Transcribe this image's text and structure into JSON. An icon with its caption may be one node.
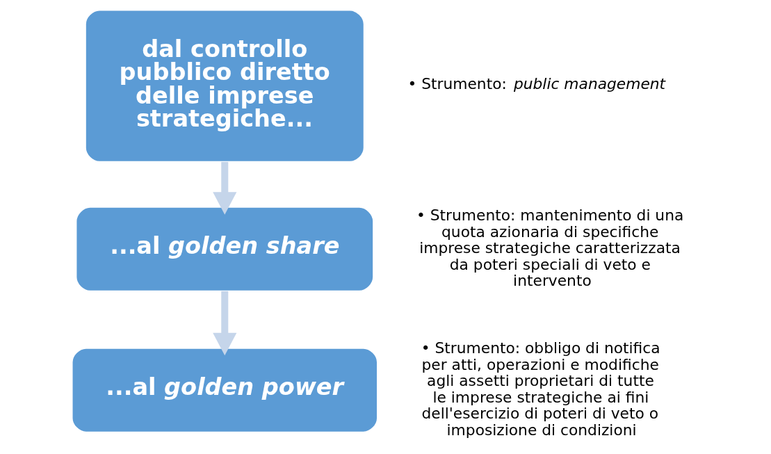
{
  "diagram": {
    "nodes": [
      {
        "text": [
          "dal controllo pubblico diretto delle imprese strategiche..."
        ],
        "beside": [
          "• Strumento: *public management*"
        ]
      },
      {
        "text": [
          "...al *golden share*"
        ],
        "beside": [
          "• Strumento: mantenimento di una quota azionaria di specifiche imprese strategiche caratterizzata da poteri speciali di veto e intervento"
        ]
      },
      {
        "text": [
          "...al *golden power*"
        ],
        "beside": [
          "• Strumento: obbligo di notifica per atti, operazioni e modifiche agli assetti proprietari di tutte le imprese strategiche ai fini dell'esercizio di poteri di veto o imposizione di condizioni"
        ]
      }
    ],
    "edges": [
      {
        "from": 0,
        "to": 1,
        "arrow": "to"
      },
      {
        "from": 1,
        "to": 2,
        "arrow": "to"
      }
    ]
  }
}
